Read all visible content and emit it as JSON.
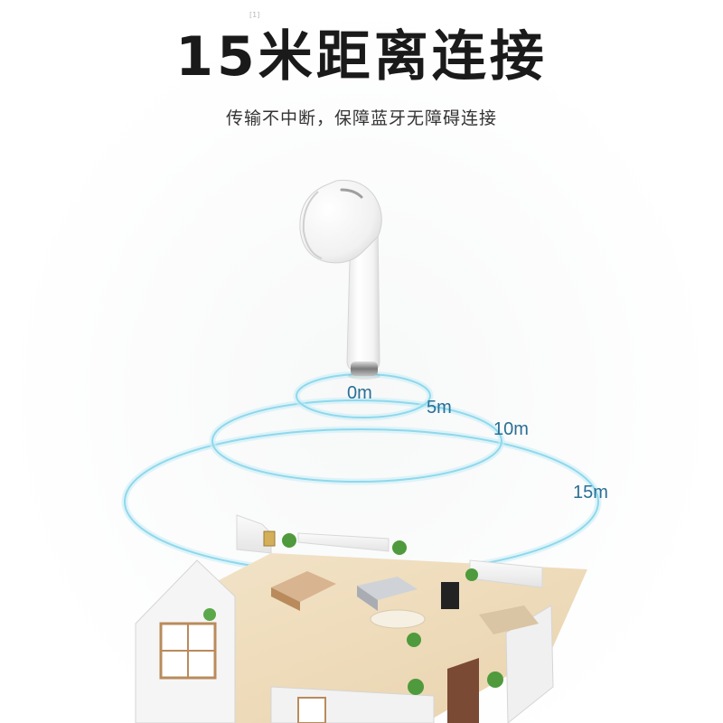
{
  "title": "15米距离连接",
  "footnote_mark": "[1]",
  "subtitle": "传输不中断，保障蓝牙无障碍连接",
  "distance_labels": [
    "0m",
    "5m",
    "10m",
    "15m"
  ],
  "colors": {
    "ring": "#8fd8ec",
    "ring_glow": "#c9eef7",
    "label": "#2a6f95",
    "title": "#1a1a1a"
  },
  "product_icon": "wireless-earbud",
  "scene_icon": "isometric-house-floorplan"
}
